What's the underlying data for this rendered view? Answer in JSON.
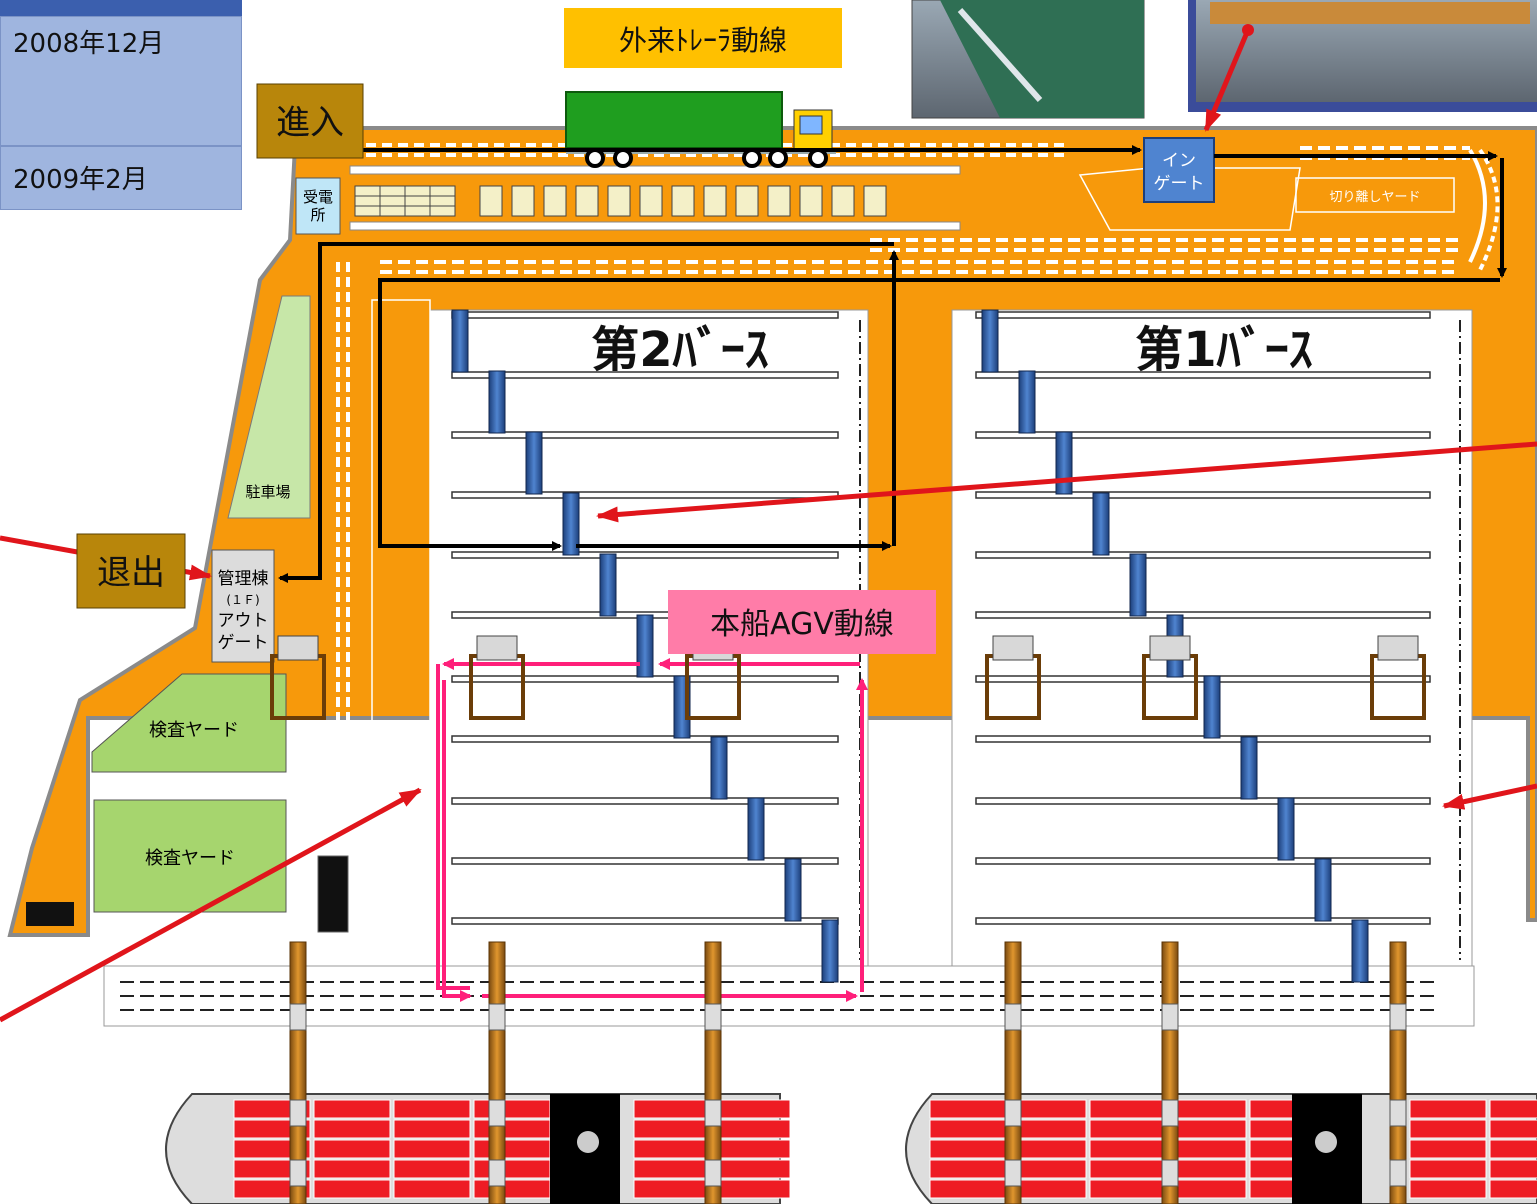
{
  "schedule": {
    "date_start": "2008年12月",
    "date_end": "2009年2月"
  },
  "labels": {
    "trailer_route": "外来ﾄﾚｰﾗ動線",
    "entry": "進入",
    "exit": "退出",
    "substation_l1": "受電",
    "substation_l2": "所",
    "in_gate_l1": "イン",
    "in_gate_l2": "ゲート",
    "separation_yard": "切り離しヤード",
    "parking": "駐車場",
    "admin_l1": "管理棟",
    "admin_l2": "(１Ｆ)",
    "admin_l3": "アウト",
    "admin_l4": "ゲート",
    "inspection_yard_1": "検査ヤード",
    "inspection_yard_2": "検査ヤード",
    "berth_2": "第2ﾊﾞｰｽ",
    "berth_1": "第1ﾊﾞｰｽ",
    "agv_route": "本船AGV動線"
  },
  "colors": {
    "terminal": "#f7990b",
    "date_box": "#9fb5df",
    "label_box": "#ffc000",
    "entry_box": "#b8860b",
    "trailer_route": "#000000",
    "agv_route": "#ff1f7a",
    "callout": "#e0151b",
    "yard_green": "#b6dd7c",
    "crane_block": "#2a5aa0",
    "agv_label_bg": "#ff7ca8",
    "ship_container": "#ee1c24"
  }
}
